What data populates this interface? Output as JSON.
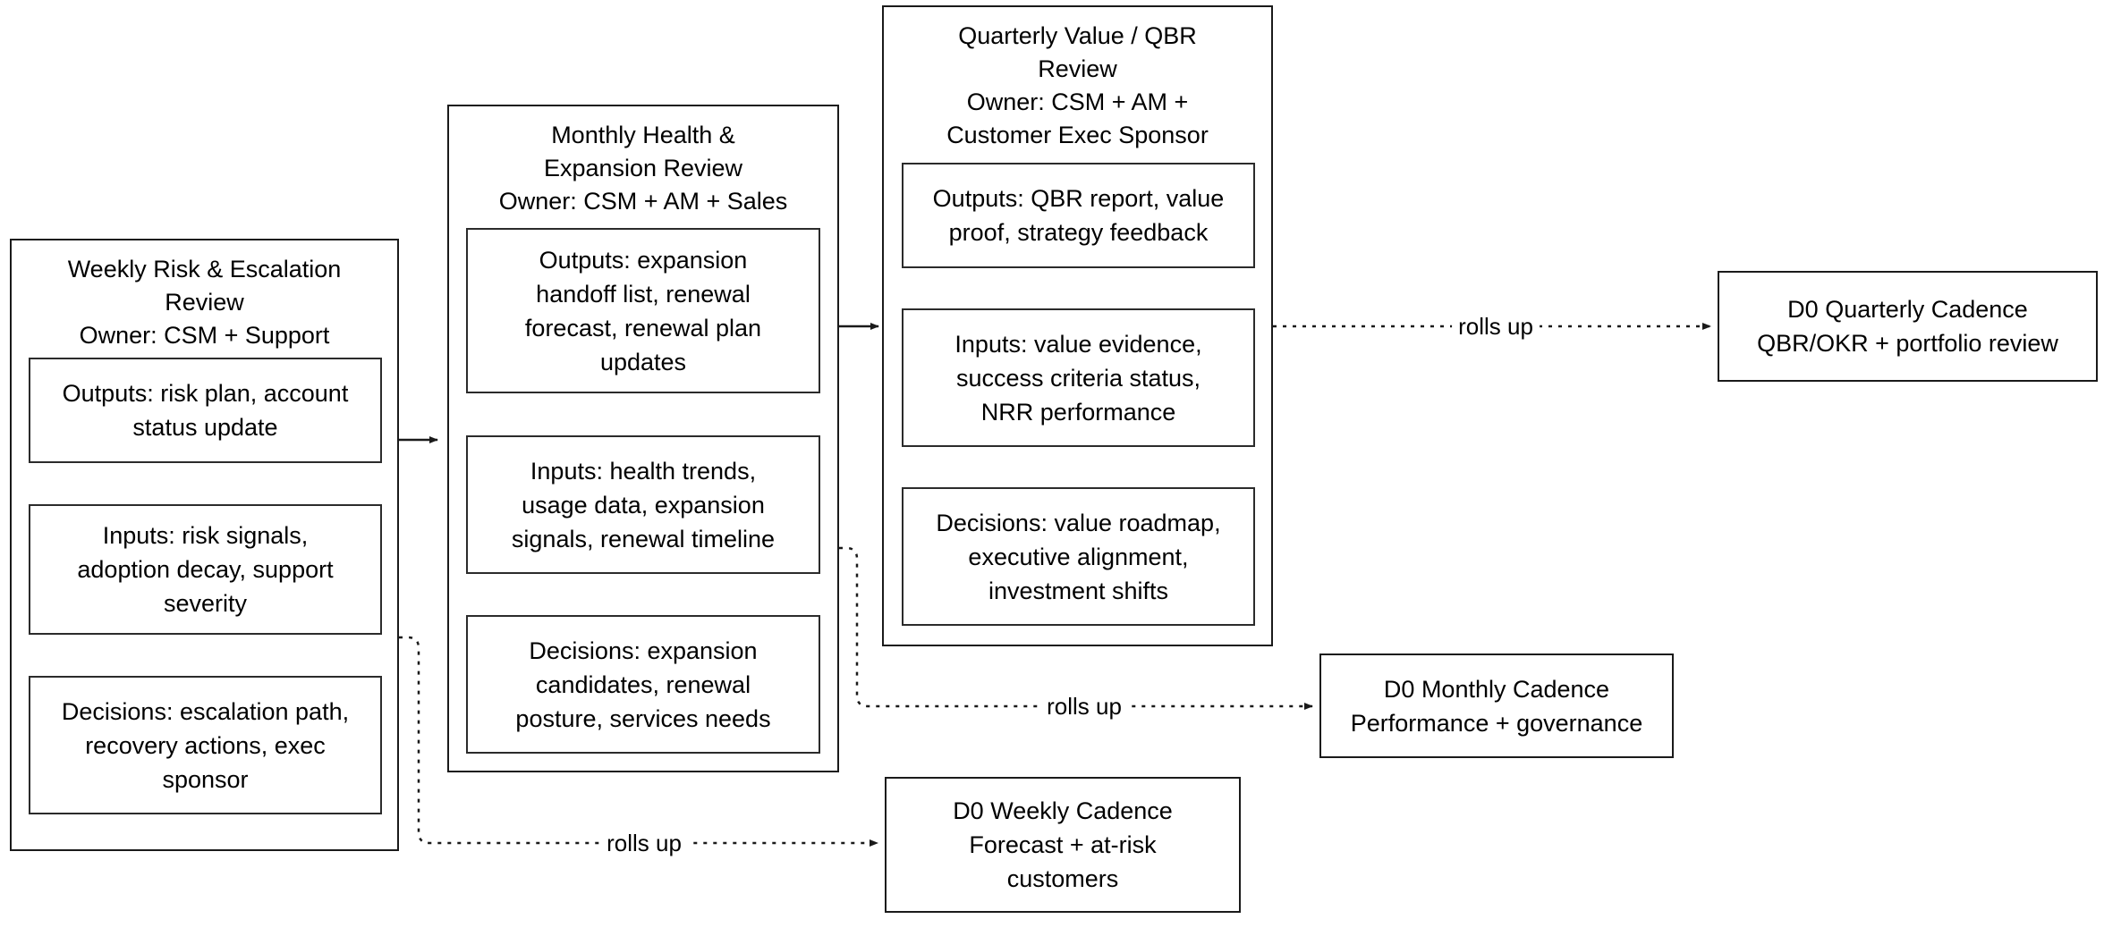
{
  "diagram": {
    "type": "flowchart",
    "orientation": "left-to-right",
    "background": "#ffffff",
    "stroke_color": "#1a1a1a",
    "text_color": "#000000"
  },
  "stages": [
    {
      "id": "weekly",
      "title": "Weekly Risk & Escalation\nReview\nOwner: CSM + Support",
      "title_lines": [
        "Weekly Risk & Escalation",
        "Review",
        "Owner: CSM + Support"
      ],
      "cards": [
        {
          "id": "weekly-outputs",
          "text": "Outputs: risk plan, account\nstatus update"
        },
        {
          "id": "weekly-inputs",
          "text": "Inputs: risk signals,\nadoption decay, support\nseverity"
        },
        {
          "id": "weekly-decisions",
          "text": "Decisions: escalation path,\nrecovery actions, exec\nsponsor"
        }
      ]
    },
    {
      "id": "monthly",
      "title": "Monthly Health &\nExpansion Review\nOwner: CSM + AM + Sales",
      "title_lines": [
        "Monthly Health &",
        "Expansion Review",
        "Owner: CSM + AM + Sales"
      ],
      "cards": [
        {
          "id": "monthly-outputs",
          "text": "Outputs: expansion\nhandoff list, renewal\nforecast, renewal plan\nupdates"
        },
        {
          "id": "monthly-inputs",
          "text": "Inputs: health trends,\nusage data, expansion\nsignals, renewal timeline"
        },
        {
          "id": "monthly-decisions",
          "text": "Decisions: expansion\ncandidates, renewal\nposture, services needs"
        }
      ]
    },
    {
      "id": "quarterly",
      "title": "Quarterly Value / QBR\nReview\nOwner: CSM + AM +\nCustomer Exec Sponsor",
      "title_lines": [
        "Quarterly Value / QBR",
        "Review",
        "Owner: CSM + AM +",
        "Customer Exec Sponsor"
      ],
      "cards": [
        {
          "id": "quarterly-outputs",
          "text": "Outputs: QBR report, value\nproof, strategy feedback"
        },
        {
          "id": "quarterly-inputs",
          "text": "Inputs: value evidence,\nsuccess criteria status,\nNRR performance"
        },
        {
          "id": "quarterly-decisions",
          "text": "Decisions: value roadmap,\nexecutive alignment,\ninvestment shifts"
        }
      ]
    }
  ],
  "cadences": [
    {
      "id": "cadence-quarterly",
      "text": "D0 Quarterly Cadence\nQBR/OKR + portfolio review"
    },
    {
      "id": "cadence-monthly",
      "text": "D0 Monthly Cadence\nPerformance + governance"
    },
    {
      "id": "cadence-weekly",
      "text": "D0 Weekly Cadence\nForecast + at-risk\ncustomers"
    }
  ],
  "edges": [
    {
      "id": "weekly-to-monthly",
      "from": "weekly",
      "to": "monthly",
      "style": "solid",
      "label": ""
    },
    {
      "id": "monthly-to-quarterly",
      "from": "monthly",
      "to": "quarterly",
      "style": "solid",
      "label": ""
    },
    {
      "id": "quarterly-rollup",
      "from": "quarterly",
      "to": "cadence-quarterly",
      "style": "dotted",
      "label": "rolls up"
    },
    {
      "id": "monthly-rollup",
      "from": "monthly",
      "to": "cadence-monthly",
      "style": "dotted",
      "label": "rolls up"
    },
    {
      "id": "weekly-rollup",
      "from": "weekly",
      "to": "cadence-weekly",
      "style": "dotted",
      "label": "rolls up"
    }
  ]
}
